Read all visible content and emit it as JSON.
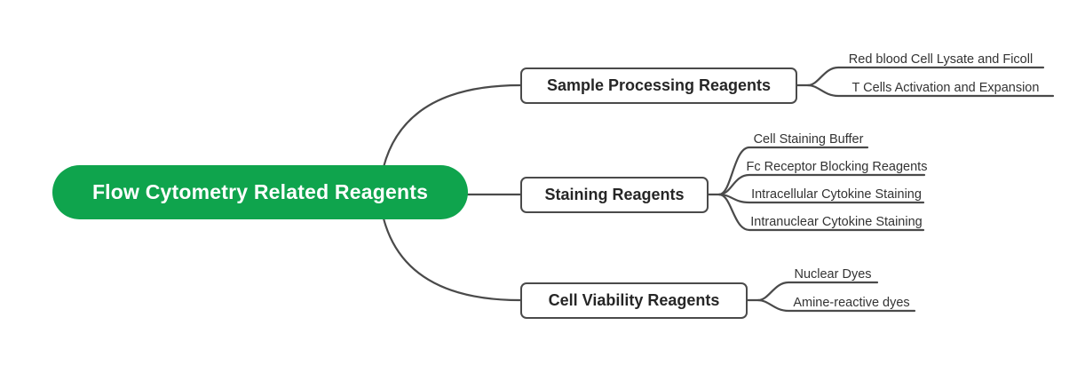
{
  "diagram": {
    "type": "mind-map",
    "background_color": "#ffffff",
    "root": {
      "label": "Flow Cytometry Related Reagents",
      "fill_color": "#0FA44D",
      "text_color": "#ffffff"
    },
    "connector_color": "#4a4a4a",
    "branches": [
      {
        "label": "Sample Processing Reagents",
        "leaves": [
          {
            "label": "Red blood Cell Lysate and Ficoll"
          },
          {
            "label": "T Cells Activation and Expansion"
          }
        ]
      },
      {
        "label": "Staining Reagents",
        "leaves": [
          {
            "label": "Cell Staining Buffer"
          },
          {
            "label": "Fc Receptor Blocking Reagents"
          },
          {
            "label": "Intracellular Cytokine Staining"
          },
          {
            "label": "Intranuclear Cytokine Staining"
          }
        ]
      },
      {
        "label": "Cell Viability Reagents",
        "leaves": [
          {
            "label": "Nuclear Dyes"
          },
          {
            "label": "Amine-reactive dyes"
          }
        ]
      }
    ]
  }
}
